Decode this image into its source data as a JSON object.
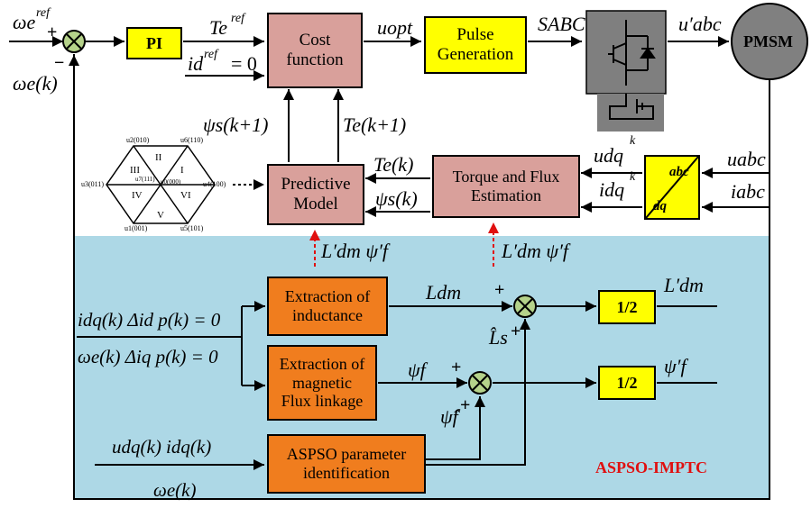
{
  "blocks": {
    "pi": "PI",
    "cost_line1": "Cost",
    "cost_line2": "function",
    "pulse_line1": "Pulse",
    "pulse_line2": "Generation",
    "pmsm": "PMSM",
    "predictive_line1": "Predictive",
    "predictive_line2": "Model",
    "torque_line1": "Torque and Flux",
    "torque_line2": "Estimation",
    "abc": "abc",
    "dq": "dq",
    "ext_ind_line1": "Extraction of",
    "ext_ind_line2": "inductance",
    "ext_flux_line1": "Extraction of",
    "ext_flux_line2": "magnetic",
    "ext_flux_line3": "Flux linkage",
    "aspso_line1": "ASPSO parameter",
    "aspso_line2": "identification",
    "half_top": "1/2",
    "half_bottom": "1/2"
  },
  "signals": {
    "omega_ref": "ωe",
    "omega_ref_sup": "ref",
    "omega_fb": "ωe(k)",
    "te_ref": "Te",
    "te_ref_sup": "ref",
    "id_ref": "id",
    "id_ref_sup": "ref",
    "id_ref_eq": "= 0",
    "u_opt": "uopt",
    "s_abc": "SABC",
    "u_abc_prime": "u′abc",
    "psi_s_next": "ψs(k+1)",
    "te_next": "Te(k+1)",
    "te_k": "Te(k)",
    "psi_s_k": "ψs(k)",
    "u_dq_k": "udq",
    "i_dq_k": "idq",
    "k_sup": "k",
    "u_abc": "uabc",
    "i_abc": "iabc",
    "ldm_prime_1": "L′dm  ψ′f",
    "ldm_prime_2": "L′dm  ψ′f",
    "l_dm": "Ldm",
    "l_dm_prime": "L′dm",
    "psi_f": "ψf",
    "psi_f_prime": "ψ′f",
    "l_s_hat": "L̂s",
    "psi_f_hat": "ψ̂f",
    "in_row1": "idq(k)  Δid p(k) = 0",
    "in_row2": "ωe(k)  Δiq p(k) = 0",
    "udq_idq": "udq(k)    idq(k)",
    "omega_e_k": "ωe(k)",
    "plus": "+",
    "minus": "−",
    "method": "ASPSO-IMPTC"
  },
  "hexagon": {
    "vectors": [
      "u2(010)",
      "u6(110)",
      "u3(011)",
      "u4(100)",
      "u1(001)",
      "u5(101)",
      "u7(111)",
      "u0(000)"
    ],
    "sectors": [
      "I",
      "II",
      "III",
      "IV",
      "V",
      "VI"
    ]
  },
  "colors": {
    "panel": "#add8e6",
    "yellow": "#ffff00",
    "pink": "#d9a09b",
    "orange": "#f07d1e",
    "inverter": "#7f7f7f",
    "pmsm": "#808080",
    "sum_node": "#b5d28a",
    "red_arrow": "#e01010"
  }
}
